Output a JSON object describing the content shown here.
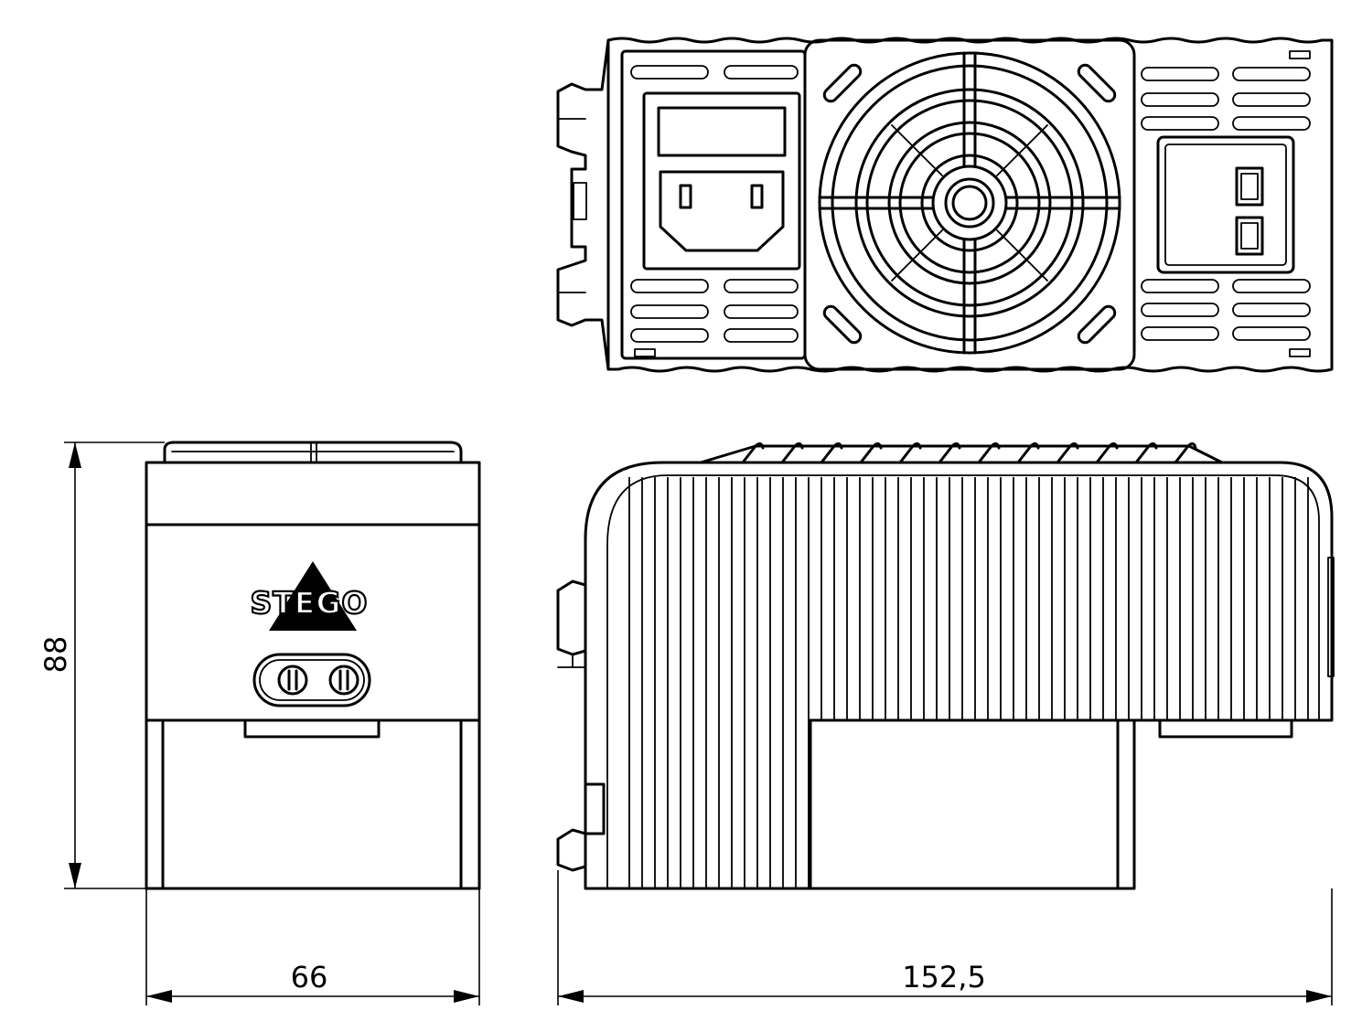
{
  "dimensions": {
    "height": "88",
    "width": "66",
    "length": "152,5"
  },
  "brand": {
    "logo_text": "STEGO"
  },
  "colors": {
    "line": "#000000",
    "background": "#ffffff"
  }
}
